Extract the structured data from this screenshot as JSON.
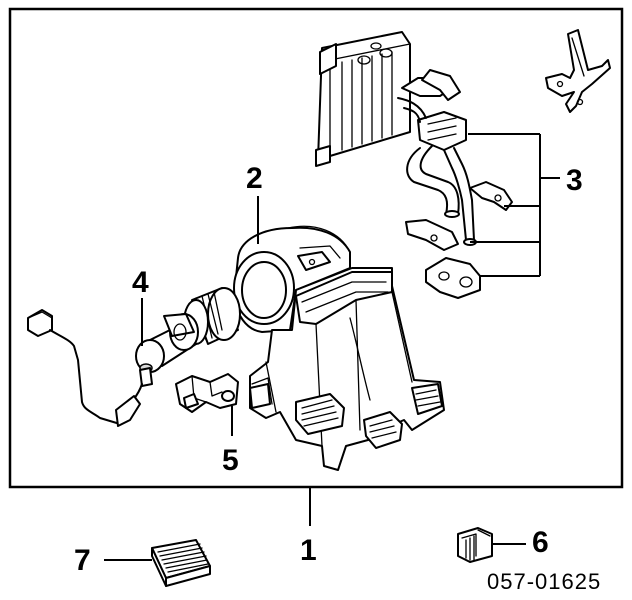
{
  "callouts": {
    "c1": "1",
    "c2": "2",
    "c3": "3",
    "c4": "4",
    "c5": "5",
    "c6": "6",
    "c7": "7"
  },
  "diagram_code": "057-01625"
}
